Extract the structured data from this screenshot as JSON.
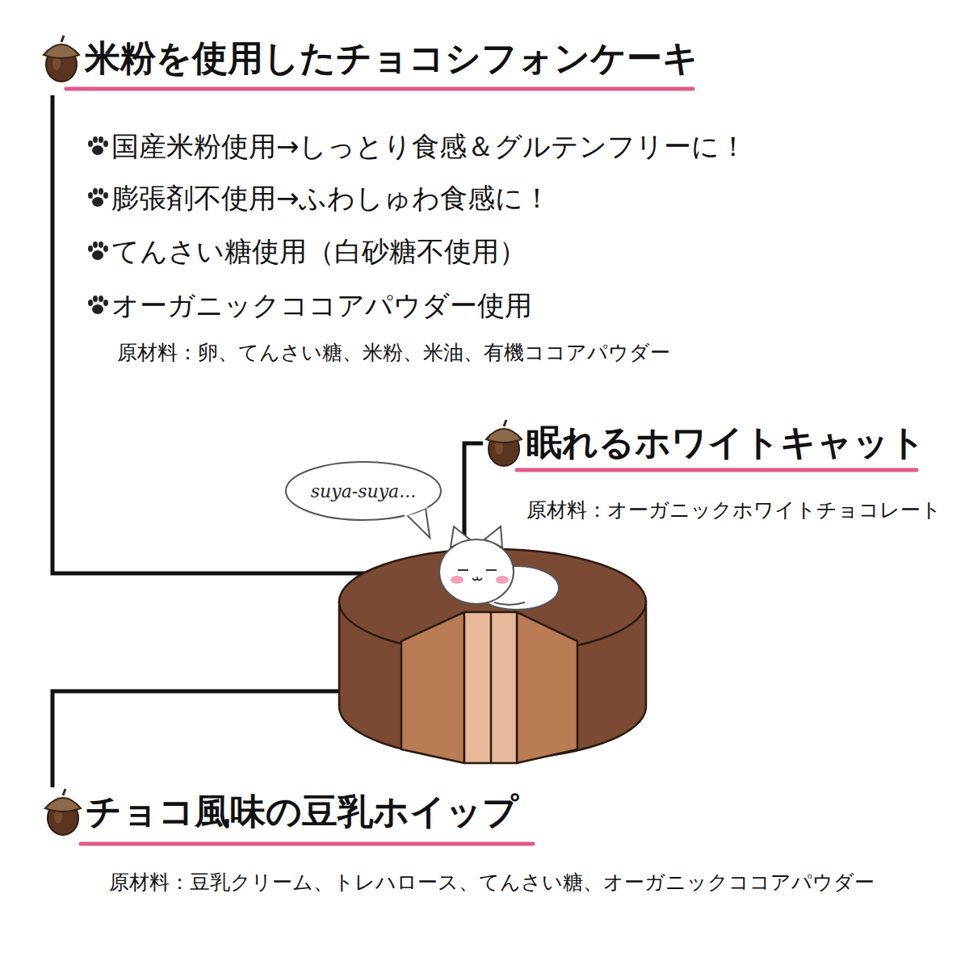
{
  "diagram": {
    "nodes": [
      {
        "text": [
          "suya-suya..."
        ]
      }
    ],
    "labels": [
      "米粉を使用したチョコシフォンケーキ",
      "国産米粉使用→しっとり食感＆グルテンフリーに！",
      "膨張剤不使用→ふわしゅわ食感に！",
      "てんさい糖使用（白砂糖不使用）",
      "オーガニックココアパウダー使用",
      "原材料：卵、てんさい糖、米粉、米油、有機ココアパウダー",
      "眠れるホワイトキャット",
      "原材料：オーガニックホワイトチョコレート",
      "チョコ風味の豆乳ホイップ",
      "原材料：豆乳クリーム、トレハロース、てんさい糖、オーガニックココアパウダー"
    ]
  }
}
